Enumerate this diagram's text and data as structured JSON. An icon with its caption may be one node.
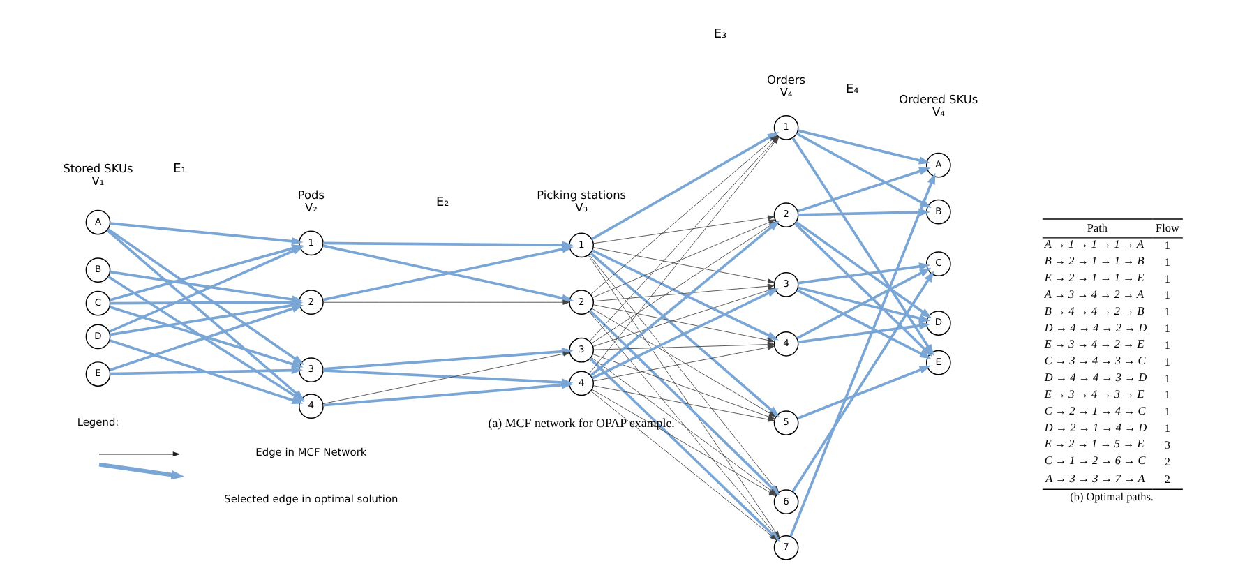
{
  "diagram": {
    "nodes": [
      {
        "text": [
          "A"
        ]
      },
      {
        "text": [
          "B"
        ]
      },
      {
        "text": [
          "C"
        ]
      },
      {
        "text": [
          "D"
        ]
      },
      {
        "text": [
          "E"
        ]
      },
      {
        "text": [
          "1"
        ]
      },
      {
        "text": [
          "2"
        ]
      },
      {
        "text": [
          "3"
        ]
      },
      {
        "text": [
          "4"
        ]
      },
      {
        "text": [
          "1"
        ]
      },
      {
        "text": [
          "2"
        ]
      },
      {
        "text": [
          "3"
        ]
      },
      {
        "text": [
          "4"
        ]
      },
      {
        "text": [
          "1"
        ]
      },
      {
        "text": [
          "2"
        ]
      },
      {
        "text": [
          "3"
        ]
      },
      {
        "text": [
          "4"
        ]
      },
      {
        "text": [
          "5"
        ]
      },
      {
        "text": [
          "6"
        ]
      },
      {
        "text": [
          "7"
        ]
      },
      {
        "text": [
          "A"
        ]
      },
      {
        "text": [
          "B"
        ]
      },
      {
        "text": [
          "C"
        ]
      },
      {
        "text": [
          "D"
        ]
      },
      {
        "text": [
          "E"
        ]
      }
    ],
    "edges": [
      {
        "from": 0,
        "to": 5,
        "arrow": "to"
      },
      {
        "from": 0,
        "to": 7,
        "arrow": "to"
      },
      {
        "from": 0,
        "to": 8,
        "arrow": "to"
      },
      {
        "from": 1,
        "to": 6,
        "arrow": "to"
      },
      {
        "from": 1,
        "to": 8,
        "arrow": "to"
      },
      {
        "from": 2,
        "to": 5,
        "arrow": "to"
      },
      {
        "from": 2,
        "to": 6,
        "arrow": "to"
      },
      {
        "from": 2,
        "to": 7,
        "arrow": "to"
      },
      {
        "from": 3,
        "to": 5,
        "arrow": "to"
      },
      {
        "from": 3,
        "to": 6,
        "arrow": "to"
      },
      {
        "from": 3,
        "to": 8,
        "arrow": "to"
      },
      {
        "from": 4,
        "to": 6,
        "arrow": "to"
      },
      {
        "from": 4,
        "to": 7,
        "arrow": "to"
      },
      {
        "from": 5,
        "to": 9,
        "arrow": "to"
      },
      {
        "from": 5,
        "to": 10,
        "arrow": "to"
      },
      {
        "from": 6,
        "to": 9,
        "arrow": "to"
      },
      {
        "from": 6,
        "to": 10,
        "arrow": "to",
        "color": "#444444"
      },
      {
        "from": 7,
        "to": 11,
        "arrow": "to"
      },
      {
        "from": 7,
        "to": 12,
        "arrow": "to"
      },
      {
        "from": 8,
        "to": 11,
        "arrow": "to",
        "color": "#444444"
      },
      {
        "from": 8,
        "to": 12,
        "arrow": "to"
      },
      {
        "from": 9,
        "to": 13,
        "arrow": "to"
      },
      {
        "from": 9,
        "to": 14,
        "arrow": "to",
        "color": "#444444"
      },
      {
        "from": 9,
        "to": 15,
        "arrow": "to",
        "color": "#444444"
      },
      {
        "from": 9,
        "to": 16,
        "arrow": "to"
      },
      {
        "from": 9,
        "to": 17,
        "arrow": "to"
      },
      {
        "from": 9,
        "to": 18,
        "arrow": "to",
        "color": "#444444"
      },
      {
        "from": 9,
        "to": 19,
        "arrow": "to",
        "color": "#444444"
      },
      {
        "from": 10,
        "to": 13,
        "arrow": "to",
        "color": "#444444"
      },
      {
        "from": 10,
        "to": 14,
        "arrow": "to",
        "color": "#444444"
      },
      {
        "from": 10,
        "to": 15,
        "arrow": "to",
        "color": "#444444"
      },
      {
        "from": 10,
        "to": 16,
        "arrow": "to",
        "color": "#444444"
      },
      {
        "from": 10,
        "to": 17,
        "arrow": "to",
        "color": "#444444"
      },
      {
        "from": 10,
        "to": 18,
        "arrow": "to"
      },
      {
        "from": 10,
        "to": 19,
        "arrow": "to",
        "color": "#444444"
      },
      {
        "from": 11,
        "to": 13,
        "arrow": "to",
        "color": "#444444"
      },
      {
        "from": 11,
        "to": 14,
        "arrow": "to",
        "color": "#444444"
      },
      {
        "from": 11,
        "to": 15,
        "arrow": "to",
        "color": "#444444"
      },
      {
        "from": 11,
        "to": 16,
        "arrow": "to",
        "color": "#444444"
      },
      {
        "from": 11,
        "to": 17,
        "arrow": "to",
        "color": "#444444"
      },
      {
        "from": 11,
        "to": 18,
        "arrow": "to",
        "color": "#444444"
      },
      {
        "from": 11,
        "to": 19,
        "arrow": "to"
      },
      {
        "from": 12,
        "to": 13,
        "arrow": "to",
        "color": "#444444"
      },
      {
        "from": 12,
        "to": 14,
        "arrow": "to"
      },
      {
        "from": 12,
        "to": 15,
        "arrow": "to"
      },
      {
        "from": 12,
        "to": 16,
        "arrow": "to",
        "color": "#444444"
      },
      {
        "from": 12,
        "to": 17,
        "arrow": "to",
        "color": "#444444"
      },
      {
        "from": 12,
        "to": 18,
        "arrow": "to",
        "color": "#444444"
      },
      {
        "from": 12,
        "to": 19,
        "arrow": "to",
        "color": "#444444"
      },
      {
        "from": 13,
        "to": 20,
        "arrow": "to"
      },
      {
        "from": 13,
        "to": 21,
        "arrow": "to"
      },
      {
        "from": 13,
        "to": 24,
        "arrow": "to"
      },
      {
        "from": 14,
        "to": 20,
        "arrow": "to"
      },
      {
        "from": 14,
        "to": 21,
        "arrow": "to"
      },
      {
        "from": 14,
        "to": 23,
        "arrow": "to"
      },
      {
        "from": 14,
        "to": 24,
        "arrow": "to"
      },
      {
        "from": 15,
        "to": 22,
        "arrow": "to"
      },
      {
        "from": 15,
        "to": 23,
        "arrow": "to"
      },
      {
        "from": 15,
        "to": 24,
        "arrow": "to"
      },
      {
        "from": 16,
        "to": 22,
        "arrow": "to"
      },
      {
        "from": 16,
        "to": 23,
        "arrow": "to"
      },
      {
        "from": 17,
        "to": 24,
        "arrow": "to"
      },
      {
        "from": 18,
        "to": 22,
        "arrow": "to"
      },
      {
        "from": 19,
        "to": 20,
        "arrow": "to"
      }
    ],
    "labels": [
      "Stored SKUs",
      "V₁",
      "Pods",
      "V₂",
      "Picking stations",
      "V₃",
      "Orders",
      "V₄",
      "Ordered SKUs",
      "V₄",
      "E₁",
      "E₂",
      "E₃",
      "E₄",
      "Legend:",
      "Path",
      "Flow",
      "A → 1 → 1 → 1 → A",
      "1",
      "B → 2 → 1 → 1 → B",
      "1",
      "E → 2 → 1 → 1 → E",
      "1",
      "A → 3 → 4 → 2 → A",
      "1",
      "B → 4 → 4 → 2 → B",
      "1",
      "D → 4 → 4 → 2 → D",
      "1",
      "E → 3 → 4 → 2 → E",
      "1",
      "C → 3 → 4 → 3 → C",
      "1",
      "D → 4 → 4 → 3 → D",
      "1",
      "E → 3 → 4 → 3 → E",
      "1",
      "C → 2 → 1 → 4 → C",
      "1",
      "D → 2 → 1 → 4 → D",
      "1",
      "E → 2 → 1 → 5 → E",
      "3",
      "C → 1 → 2 → 6 → C",
      "2",
      "A → 3 → 3 → 7 → A",
      "2",
      "(a) MCF network for OPAP example.",
      "(b) Optimal paths."
    ],
    "legend": [
      {
        "text": "Edge in MCF Network"
      },
      {
        "text": "Selected edge in optimal solution"
      }
    ]
  }
}
